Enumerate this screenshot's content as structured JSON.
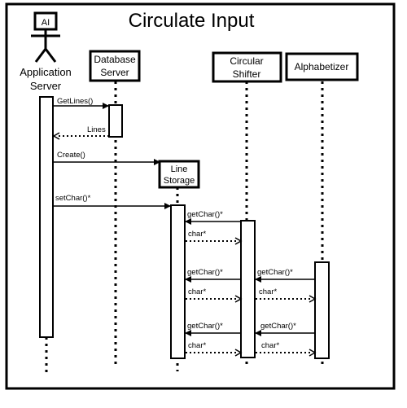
{
  "title": "Circulate Input",
  "actor": {
    "badge": "AI",
    "name_lines": [
      "Application",
      "Server"
    ]
  },
  "lifelines": [
    {
      "id": "database-server",
      "label_lines": [
        "Database",
        "Server"
      ]
    },
    {
      "id": "circular-shifter",
      "label_lines": [
        "Circular",
        "Shifter"
      ]
    },
    {
      "id": "alphabetizer",
      "label_lines": [
        "Alphabetizer"
      ]
    },
    {
      "id": "line-storage",
      "label_lines": [
        "Line",
        "Storage"
      ]
    }
  ],
  "messages": [
    {
      "id": "getlines",
      "label": "GetLines()",
      "kind": "call"
    },
    {
      "id": "lines",
      "label": "Lines",
      "kind": "return"
    },
    {
      "id": "create",
      "label": "Create()",
      "kind": "call"
    },
    {
      "id": "setchar",
      "label": "setChar()*",
      "kind": "call"
    },
    {
      "id": "cs-getchar-1",
      "label": "getChar()*",
      "kind": "call"
    },
    {
      "id": "cs-char-1",
      "label": "char*",
      "kind": "return"
    },
    {
      "id": "cs-getchar-2",
      "label": "getChar()*",
      "kind": "call"
    },
    {
      "id": "cs-char-2",
      "label": "char*",
      "kind": "return"
    },
    {
      "id": "al-getchar-1",
      "label": "getChar()*",
      "kind": "call"
    },
    {
      "id": "al-char-1",
      "label": "char*",
      "kind": "return"
    },
    {
      "id": "cs-getchar-3",
      "label": "getChar()*",
      "kind": "call"
    },
    {
      "id": "cs-char-3",
      "label": "char*",
      "kind": "return"
    },
    {
      "id": "al-getchar-2",
      "label": "getChar()*",
      "kind": "call"
    },
    {
      "id": "al-char-2",
      "label": "char*",
      "kind": "return"
    }
  ]
}
